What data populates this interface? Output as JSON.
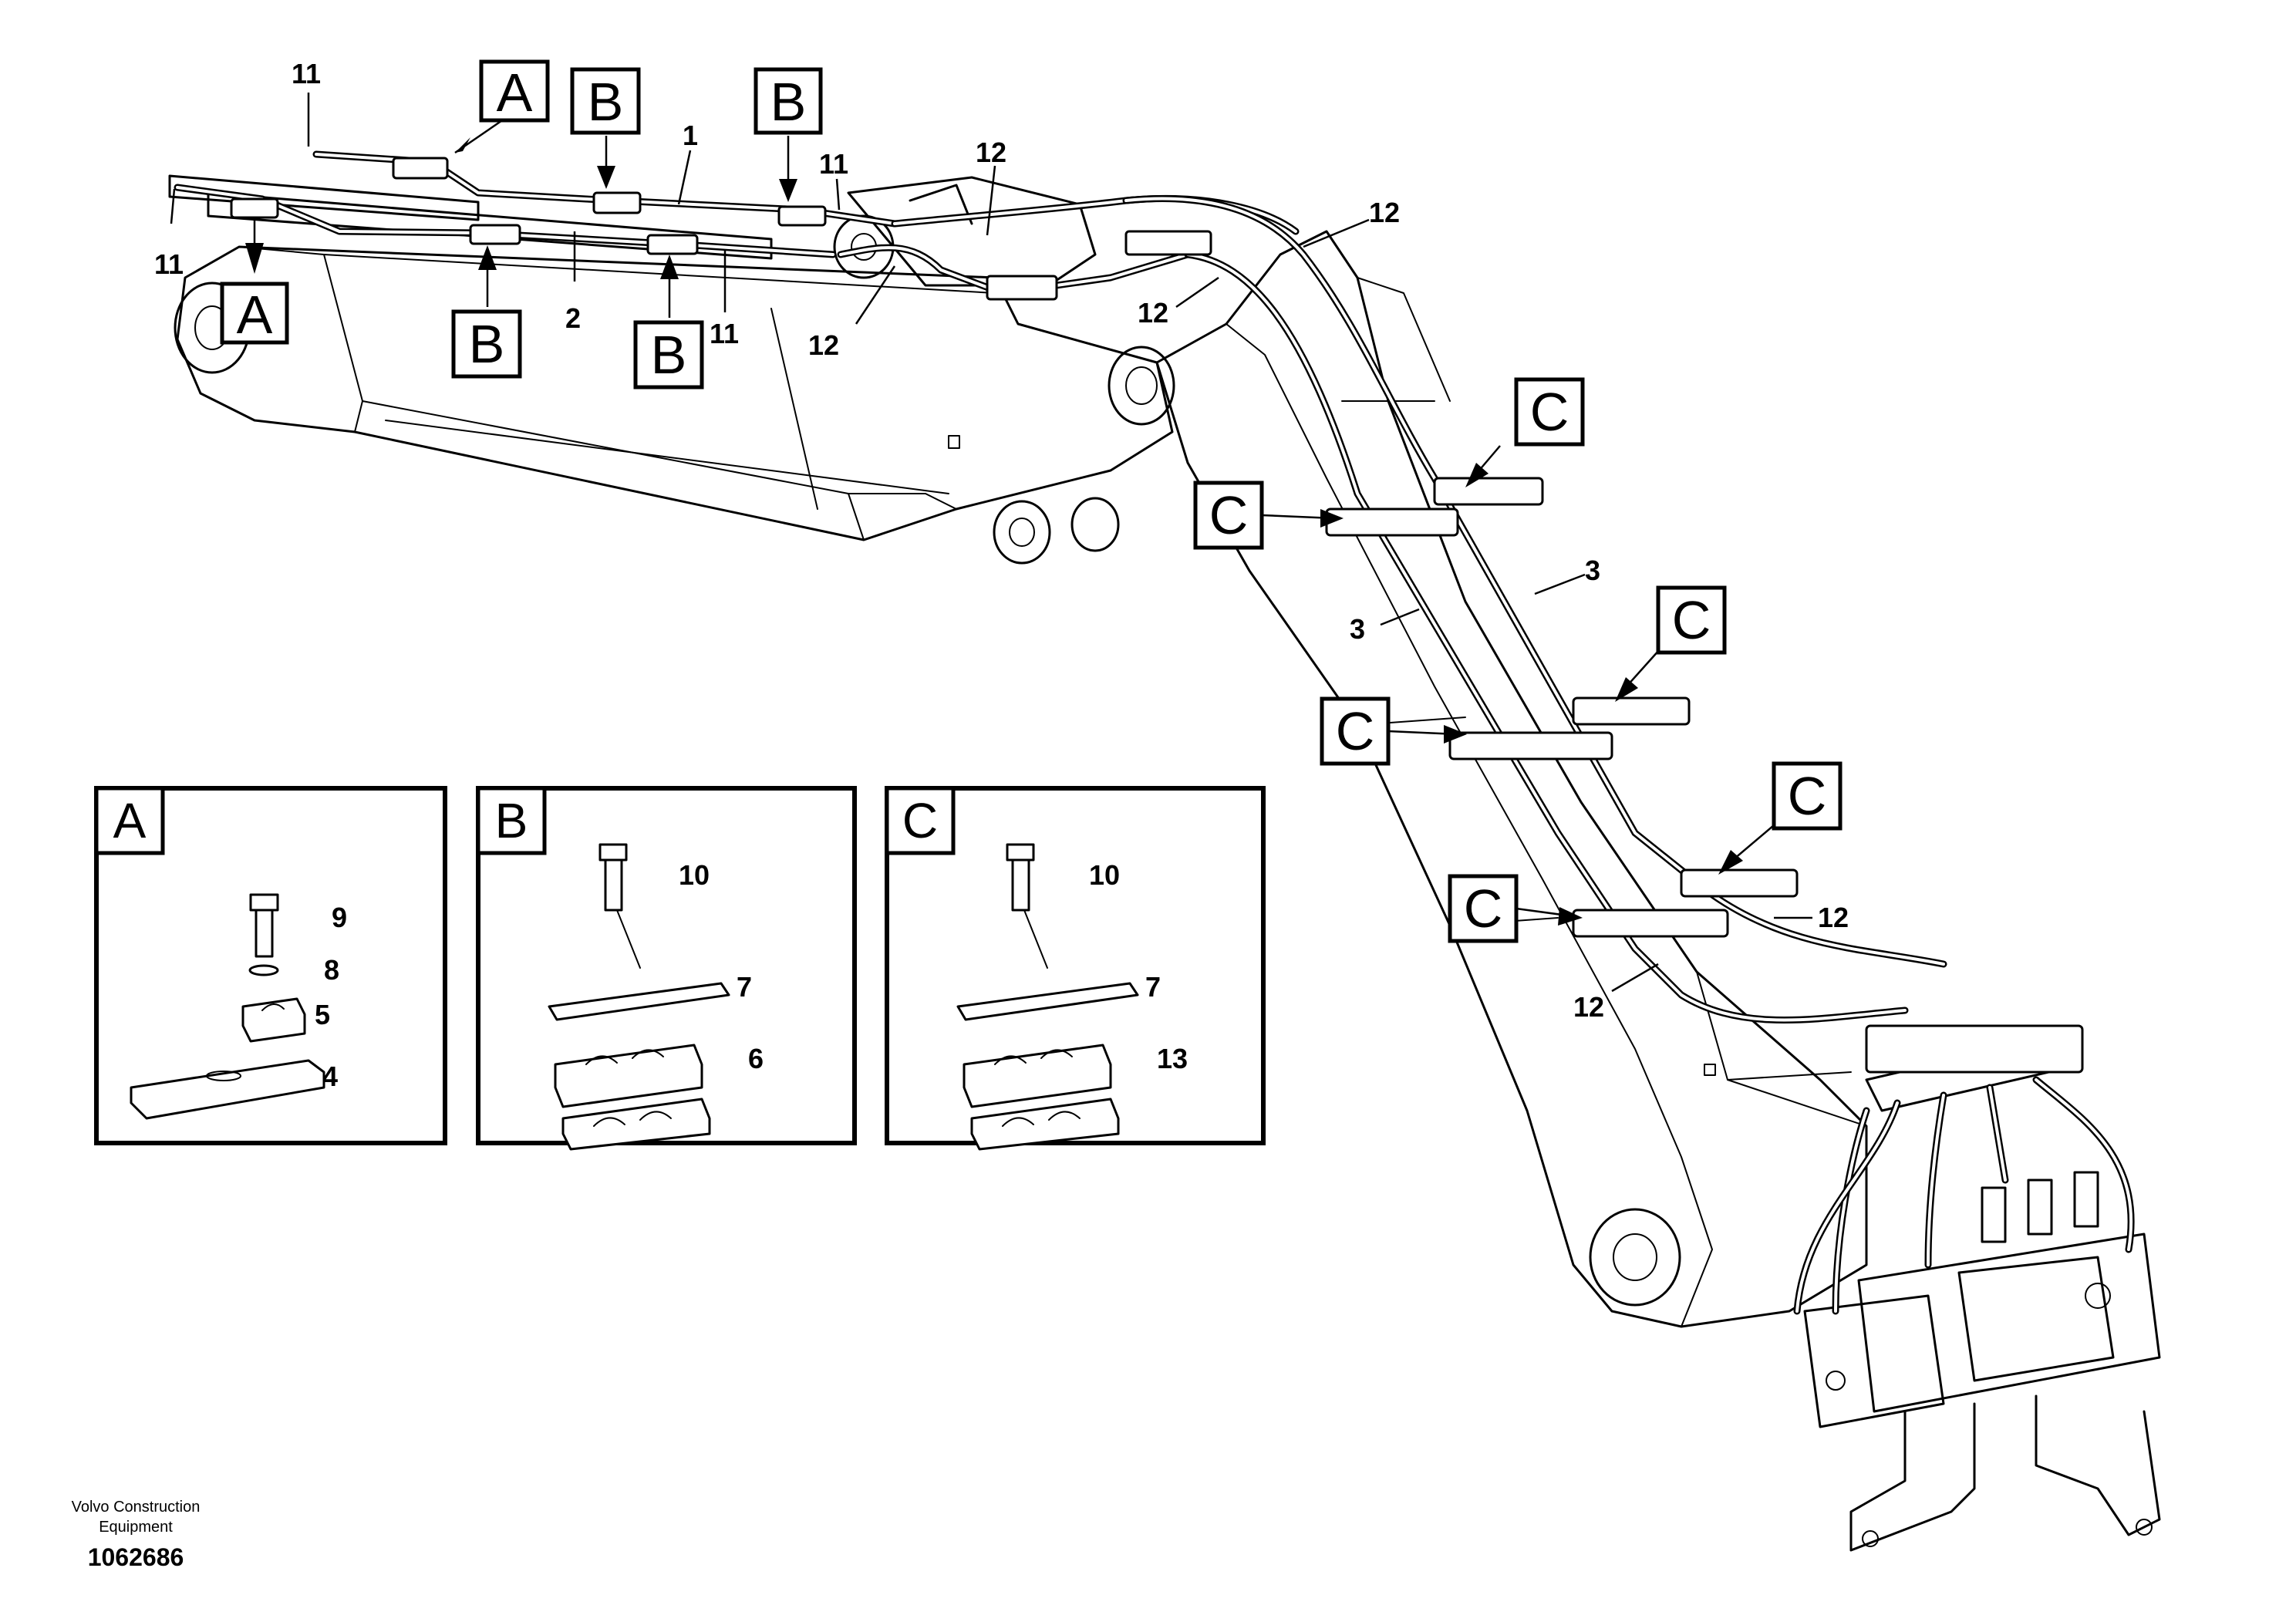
{
  "callouts": {
    "a": "A",
    "b": "B",
    "c": "C"
  },
  "part_numbers": {
    "p1": "1",
    "p2": "2",
    "p3": "3",
    "p4": "4",
    "p5": "5",
    "p6": "6",
    "p7": "7",
    "p8": "8",
    "p9": "9",
    "p10": "10",
    "p11": "11",
    "p12": "12",
    "p13": "13"
  },
  "details": {
    "a_title": "A",
    "b_title": "B",
    "c_title": "C"
  },
  "footer": {
    "company_line1": "Volvo Construction",
    "company_line2": "Equipment",
    "drawing_number": "1062686"
  }
}
